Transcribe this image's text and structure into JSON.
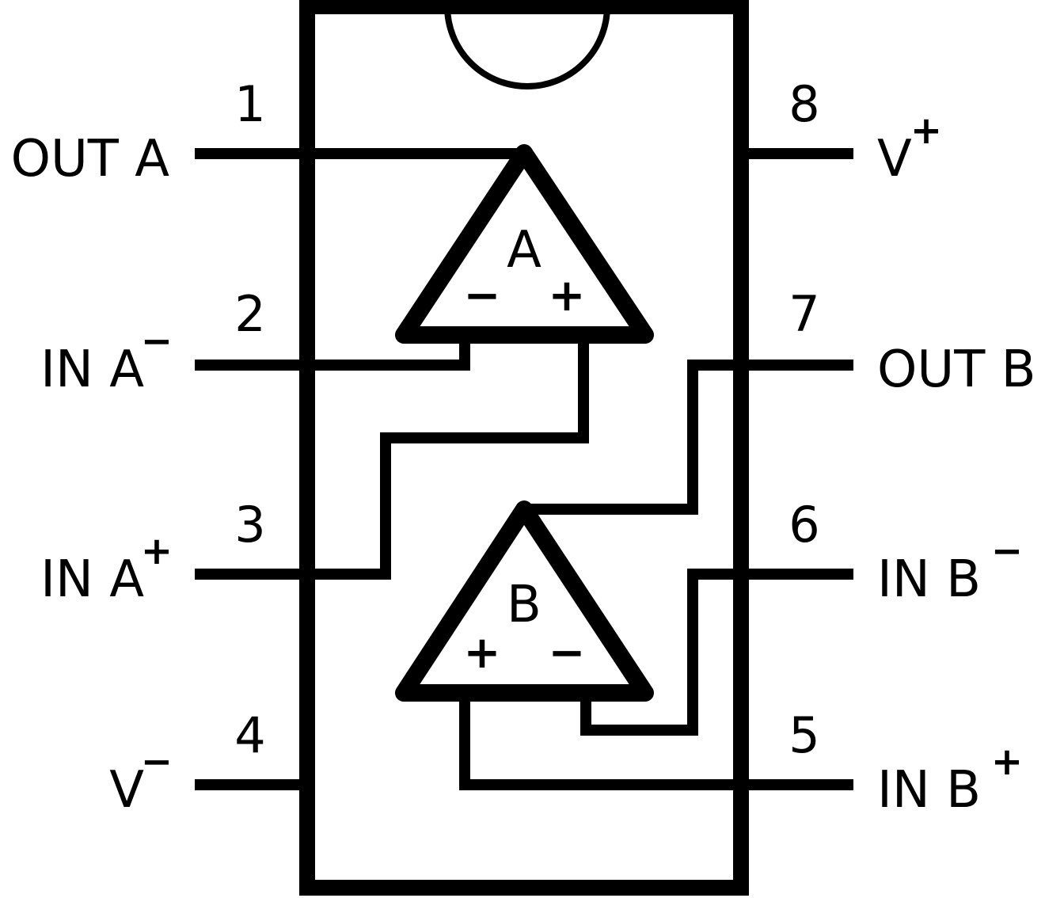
{
  "package": {
    "amp_a_name": "A",
    "amp_b_name": "B",
    "amp_a_inputs": {
      "minus": "−",
      "plus": "+"
    },
    "amp_b_inputs": {
      "plus": "+",
      "minus": "−"
    }
  },
  "pins": [
    {
      "number": "1",
      "label": "OUT A",
      "sup": ""
    },
    {
      "number": "2",
      "label": "IN A",
      "sup": "−"
    },
    {
      "number": "3",
      "label": "IN A",
      "sup": "+"
    },
    {
      "number": "4",
      "label": "V",
      "sup": "−"
    },
    {
      "number": "5",
      "label": "IN B",
      "sup": "+"
    },
    {
      "number": "6",
      "label": "IN B",
      "sup": "−"
    },
    {
      "number": "7",
      "label": "OUT B",
      "sup": ""
    },
    {
      "number": "8",
      "label": "V",
      "sup": "+"
    }
  ]
}
